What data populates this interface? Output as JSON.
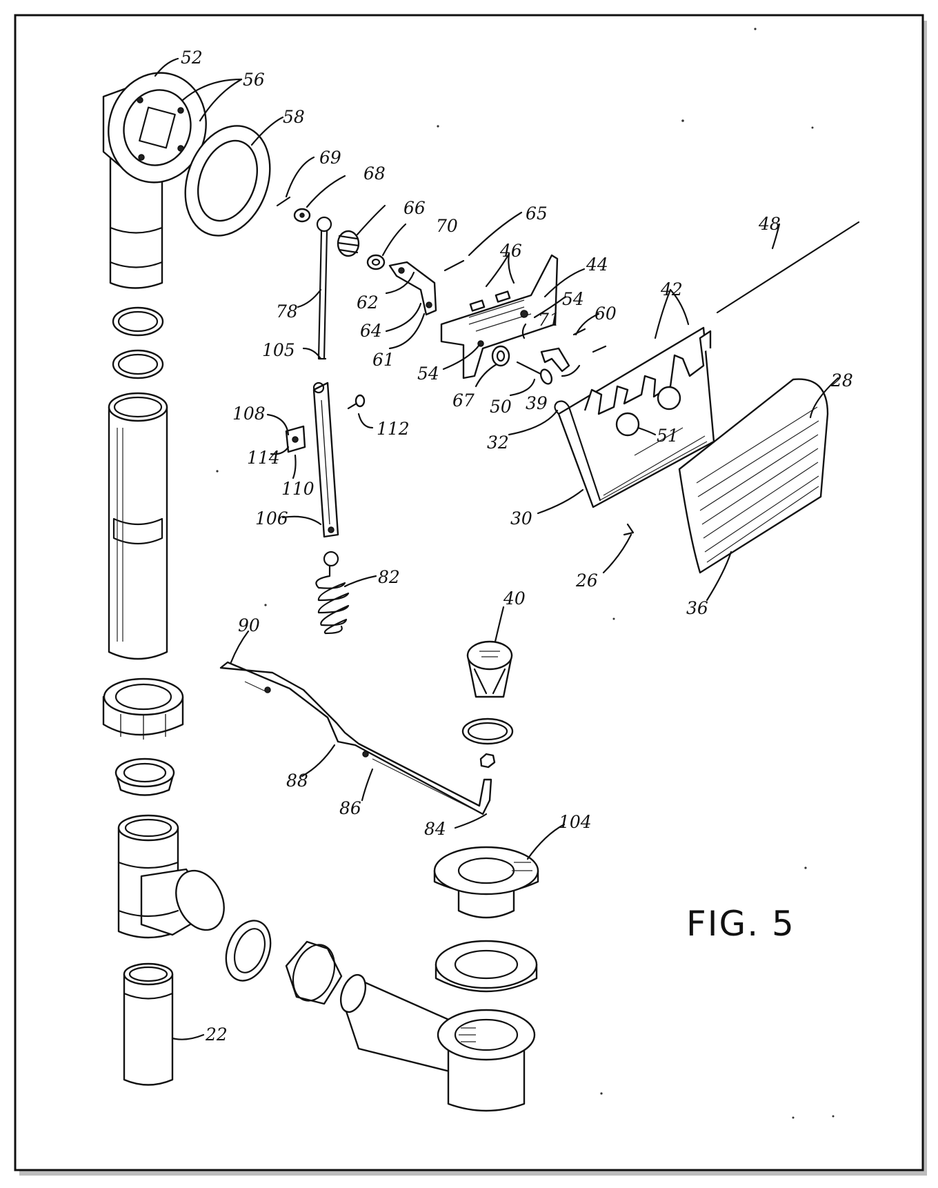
{
  "figure": {
    "label": "FIG. 5"
  },
  "refs": {
    "r52": "52",
    "r56": "56",
    "r58": "58",
    "r69": "69",
    "r68": "68",
    "r66": "66",
    "r70": "70",
    "r65": "65",
    "r48": "48",
    "r46": "46",
    "r44": "44",
    "r42": "42",
    "r54a": "54",
    "r60": "60",
    "r78": "78",
    "r62": "62",
    "r64": "64",
    "r71": "71",
    "r28": "28",
    "r105": "105",
    "r61": "61",
    "r54b": "54",
    "r39": "39",
    "r67": "67",
    "r50": "50",
    "r32": "32",
    "r51": "51",
    "r108": "108",
    "r112": "112",
    "r114": "114",
    "r110": "110",
    "r106": "106",
    "r30": "30",
    "r82": "82",
    "r26": "26",
    "r36": "36",
    "r40": "40",
    "r90": "90",
    "r88": "88",
    "r86": "86",
    "r84": "84",
    "r104": "104",
    "r22": "22"
  }
}
